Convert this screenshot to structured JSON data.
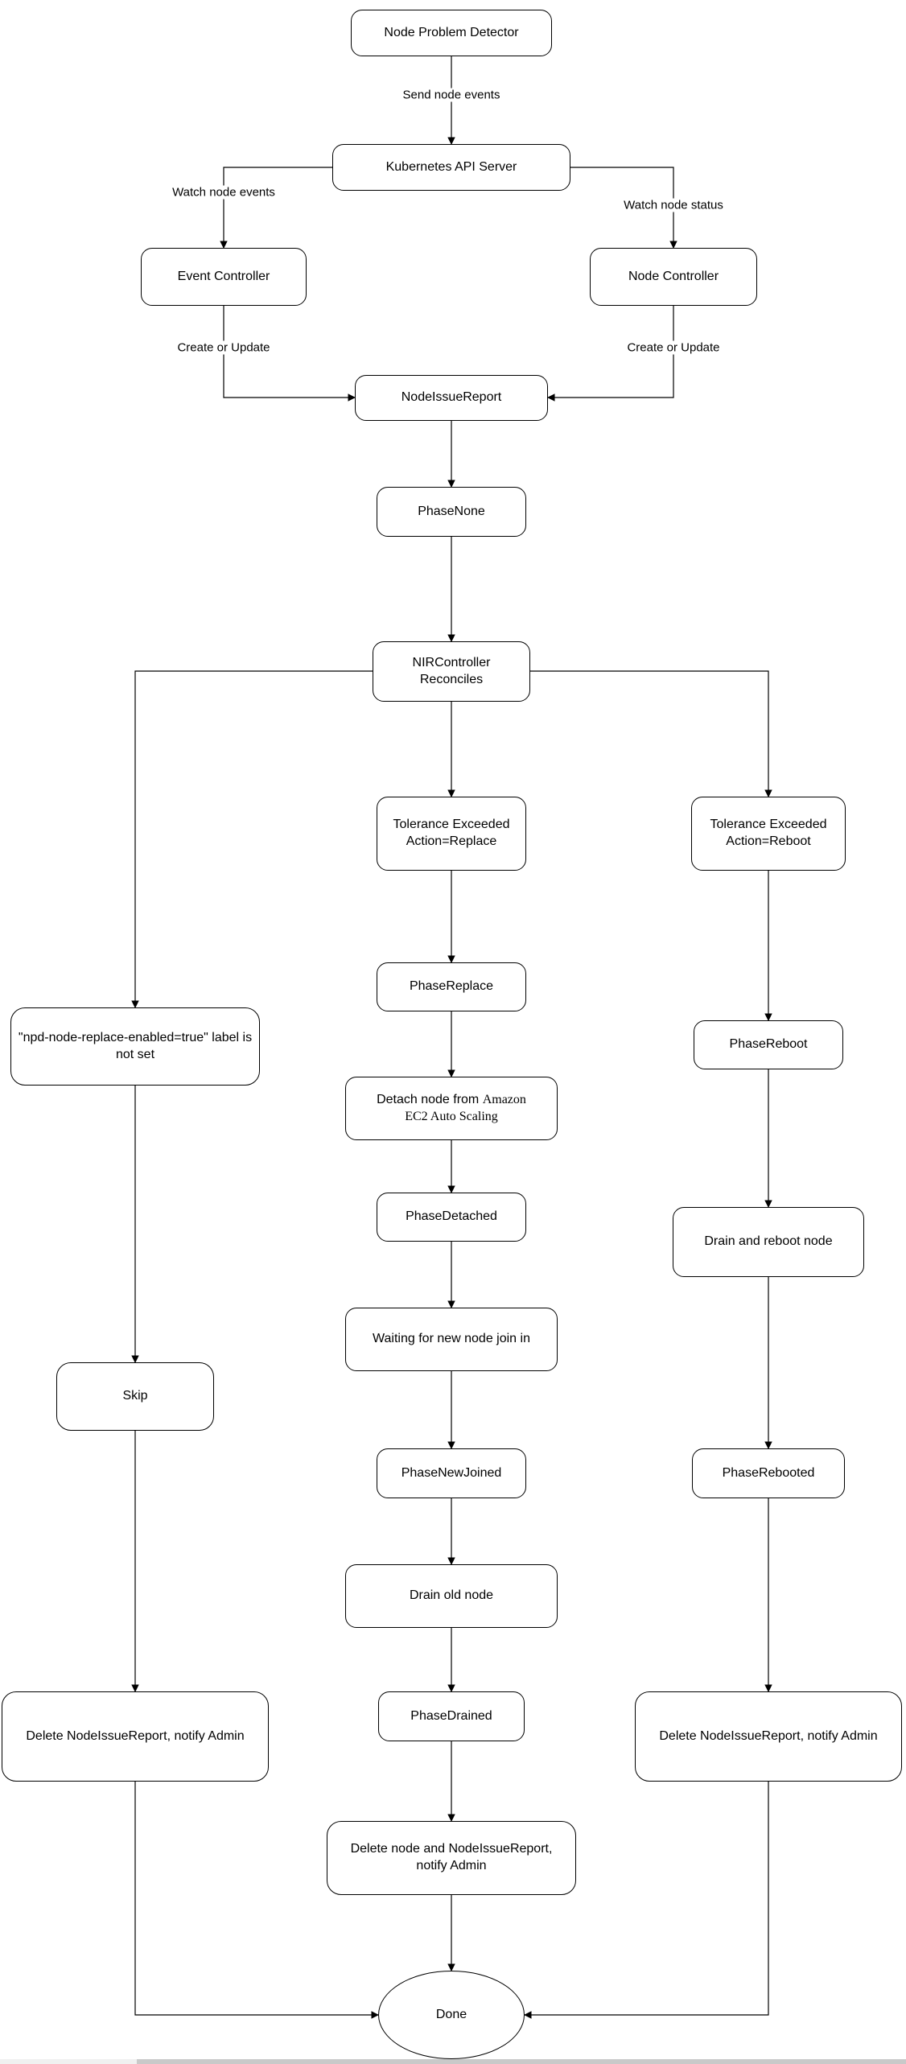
{
  "diagram": {
    "background": "#ffffff",
    "stroke_color": "#000000",
    "text_color": "#000000",
    "nodes": {
      "npd": {
        "label": "Node Problem Detector"
      },
      "api_server": {
        "label": "Kubernetes API Server"
      },
      "event_controller": {
        "label": "Event Controller"
      },
      "node_controller": {
        "label": "Node Controller"
      },
      "node_issue_report": {
        "label": "NodeIssueReport"
      },
      "phase_none": {
        "label": "PhaseNone"
      },
      "nir_controller": {
        "label": "NIRController Reconciles"
      },
      "tolerance_replace": {
        "label": "Tolerance Exceeded Action=Replace"
      },
      "tolerance_reboot": {
        "label": "Tolerance Exceeded Action=Reboot"
      },
      "label_not_set": {
        "label": "\"npd-node-replace-enabled=true\" label is not set"
      },
      "phase_replace": {
        "label": "PhaseReplace"
      },
      "phase_reboot": {
        "label": "PhaseReboot"
      },
      "detach_node": {
        "label_sans": "Detach node from ",
        "label_serif": "Amazon EC2 Auto Scaling"
      },
      "phase_detached": {
        "label": "PhaseDetached"
      },
      "drain_reboot": {
        "label": "Drain and reboot node"
      },
      "waiting_join": {
        "label": "Waiting for new node join in"
      },
      "skip": {
        "label": "Skip"
      },
      "phase_new_joined": {
        "label": "PhaseNewJoined"
      },
      "phase_rebooted": {
        "label": "PhaseRebooted"
      },
      "drain_old": {
        "label": "Drain old node"
      },
      "phase_drained": {
        "label": "PhaseDrained"
      },
      "delete_nir_left": {
        "label": "Delete NodeIssueReport, notify Admin"
      },
      "delete_nir_right": {
        "label": "Delete NodeIssueReport, notify Admin"
      },
      "delete_node_nir": {
        "label": "Delete node and NodeIssueReport, notify Admin"
      },
      "done": {
        "label": "Done"
      }
    },
    "edge_labels": {
      "send_node_events": "Send node events",
      "watch_node_events": "Watch node events",
      "watch_node_status": "Watch node status",
      "create_or_update_left": "Create or Update",
      "create_or_update_right": "Create or Update"
    }
  }
}
